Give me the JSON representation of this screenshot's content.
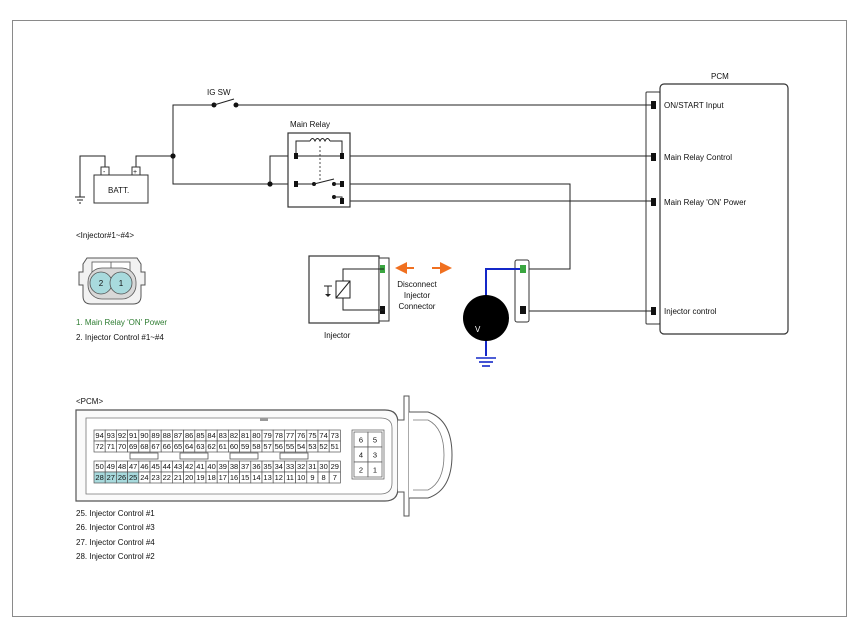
{
  "pcm": {
    "title": "PCM",
    "pins": [
      {
        "label": "ON/START Input"
      },
      {
        "label": "Main Relay Control"
      },
      {
        "label": "Main Relay 'ON' Power"
      },
      {
        "label": "Injector control"
      }
    ]
  },
  "ig_sw": {
    "label": "IG SW"
  },
  "battery": {
    "label": "BATT.",
    "minus": "-",
    "plus": "+"
  },
  "main_relay": {
    "label": "Main Relay"
  },
  "injector": {
    "label": "Injector"
  },
  "disconnect_note": {
    "line1": "Disconnect",
    "line2": "Injector",
    "line3": "Connector"
  },
  "voltmeter": {
    "symbol": "V"
  },
  "injector_connector": {
    "title": "<Injector#1~#4>",
    "pin2": "2",
    "pin1": "1",
    "legend1": "1. Main Relay 'ON' Power",
    "legend2": "2. Injector Control #1~#4"
  },
  "pcm_connector": {
    "title": "<PCM>",
    "rows": [
      [
        "94",
        "93",
        "92",
        "91",
        "90",
        "89",
        "88",
        "87",
        "86",
        "85",
        "84",
        "83",
        "82",
        "81",
        "80",
        "79",
        "78",
        "77",
        "76",
        "75",
        "74",
        "73"
      ],
      [
        "72",
        "71",
        "70",
        "69",
        "68",
        "67",
        "66",
        "65",
        "64",
        "63",
        "62",
        "61",
        "60",
        "59",
        "58",
        "57",
        "56",
        "55",
        "54",
        "53",
        "52",
        "51"
      ],
      [
        "50",
        "49",
        "48",
        "47",
        "46",
        "45",
        "44",
        "43",
        "42",
        "41",
        "40",
        "39",
        "38",
        "37",
        "36",
        "35",
        "34",
        "33",
        "32",
        "31",
        "30",
        "29"
      ],
      [
        "28",
        "27",
        "26",
        "25",
        "24",
        "23",
        "22",
        "21",
        "20",
        "19",
        "18",
        "17",
        "16",
        "15",
        "14",
        "13",
        "12",
        "11",
        "10",
        "9",
        "8",
        "7"
      ]
    ],
    "side": [
      "6",
      "5",
      "4",
      "3",
      "2",
      "1"
    ],
    "highlight": [
      "28",
      "27",
      "26",
      "25"
    ],
    "legend": [
      "25. Injector Control #1",
      "26. Injector Control #3",
      "27. Injector Control #4",
      "28. Injector Control #2"
    ]
  },
  "colors": {
    "wire": "#222222",
    "probe": "#1428c8",
    "arrow": "#f07020",
    "green_pin": "#3aa640",
    "pin_highlight": "#a8dadd"
  }
}
